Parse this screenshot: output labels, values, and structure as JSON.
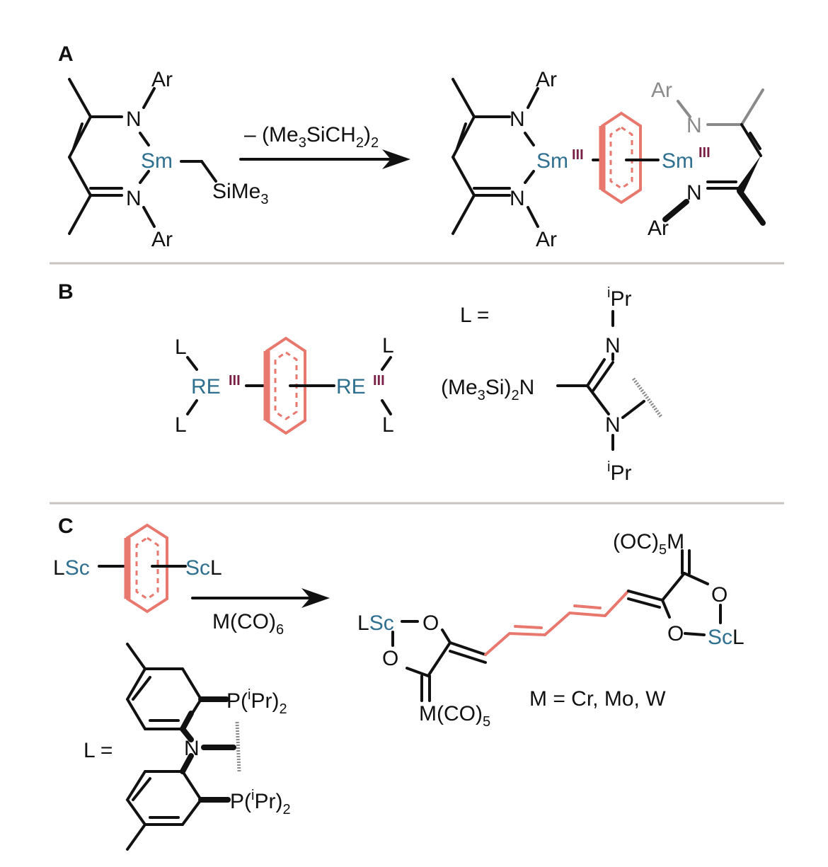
{
  "colors": {
    "metal": "#2f6f8f",
    "oxidation": "#7a1f45",
    "arene": "#e8776e",
    "grey": "#8a8a8a",
    "divider": "#c7c3bf"
  },
  "panels": {
    "a": "A",
    "b": "B",
    "c": "C"
  },
  "t": {
    "ar": "Ar",
    "n": "N",
    "o": "O",
    "sm": "Sm",
    "iii": "III",
    "sime3_main": "SiMe",
    "sub3": "3",
    "arrow_a_pre": "– (Me",
    "arrow_a_mid": "SiCH",
    "arrow_a_post": ")",
    "sub2": "2",
    "l": "L",
    "l_eq": "L =",
    "re": "RE",
    "ipr_sup": "i",
    "ipr_main": "Pr",
    "amine_pre": "(Me",
    "amine_mid": "Si)",
    "amine_post": "N",
    "lsc_l": "L",
    "sc": "Sc",
    "arrow_c_main": "M(CO)",
    "sub6": "6",
    "oc5m_pre": "(OC)",
    "oc5m_post": "M",
    "sub5": "5",
    "mco5_main": "M(CO)",
    "m_equals": "M = Cr, Mo, W",
    "p_pre": "P(",
    "p_mid": "Pr)"
  }
}
